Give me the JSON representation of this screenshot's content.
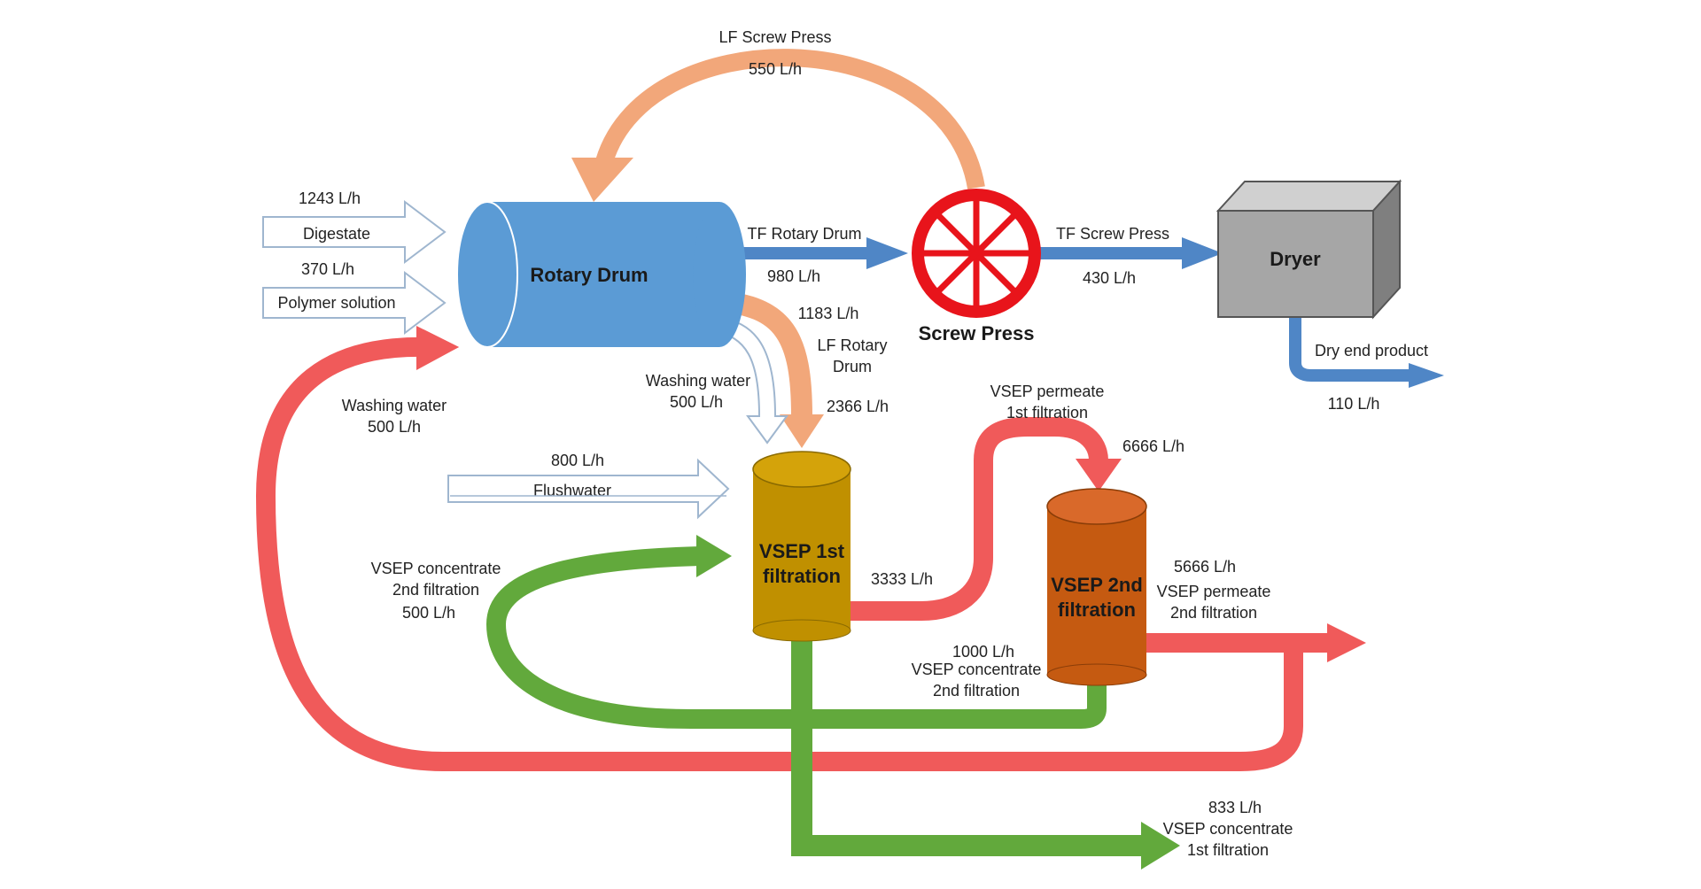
{
  "colors": {
    "blue_flow": "#4f86c6",
    "orange_flow": "#f2a77a",
    "red_flow": "#f05a5a",
    "green_flow": "#62a93c",
    "rotary_drum": "#5b9bd5",
    "screw_press": "#e8141b",
    "dryer": "#a6a6a6",
    "vsep1": "#c09000",
    "vsep2": "#c55a11"
  },
  "units": {
    "rotary_drum": "Rotary Drum",
    "screw_press": "Screw Press",
    "dryer": "Dryer",
    "vsep1_line1": "VSEP 1st",
    "vsep1_line2": "filtration",
    "vsep2_line1": "VSEP 2nd",
    "vsep2_line2": "filtration"
  },
  "inputs": {
    "digestate_label": "Digestate",
    "digestate_flow": "1243 L/h",
    "polymer_label": "Polymer solution",
    "polymer_flow": "370 L/h",
    "flushwater_label": "Flushwater",
    "flushwater_flow": "800 L/h"
  },
  "flows": {
    "lf_screw_press_label": "LF Screw Press",
    "lf_screw_press_flow": "550 L/h",
    "tf_rotary_drum_label": "TF Rotary Drum",
    "tf_rotary_drum_flow": "980 L/h",
    "tf_screw_press_label": "TF Screw Press",
    "tf_screw_press_flow": "430 L/h",
    "lf_rotary_drum_flow": "1183 L/h",
    "lf_rotary_drum_line1": "LF Rotary",
    "lf_rotary_drum_line2": "Drum",
    "lf_rotary_drum_total": "2366 L/h",
    "washing_water_in_label": "Washing water",
    "washing_water_in_flow": "500 L/h",
    "washing_water_recycle_label": "Washing water",
    "washing_water_recycle_flow": "500 L/h",
    "dry_end_product_label": "Dry end product",
    "dry_end_product_flow": "110 L/h",
    "vsep_perm1_line1": "VSEP permeate",
    "vsep_perm1_line2": "1st filtration",
    "vsep_perm1_flow": "6666 L/h",
    "vsep1_to_vsep2_flow": "3333 L/h",
    "vsep_conc2_recycle_line1": "VSEP concentrate",
    "vsep_conc2_recycle_line2": "2nd filtration",
    "vsep_conc2_recycle_flow": "500 L/h",
    "vsep_perm2_flow": "5666 L/h",
    "vsep_perm2_line1": "VSEP permeate",
    "vsep_perm2_line2": "2nd filtration",
    "vsep_conc2_flow": "1000 L/h",
    "vsep_conc2_line1": "VSEP concentrate",
    "vsep_conc2_line2": "2nd filtration",
    "vsep_conc1_flow": "833 L/h",
    "vsep_conc1_line1": "VSEP concentrate",
    "vsep_conc1_line2": "1st filtration"
  }
}
